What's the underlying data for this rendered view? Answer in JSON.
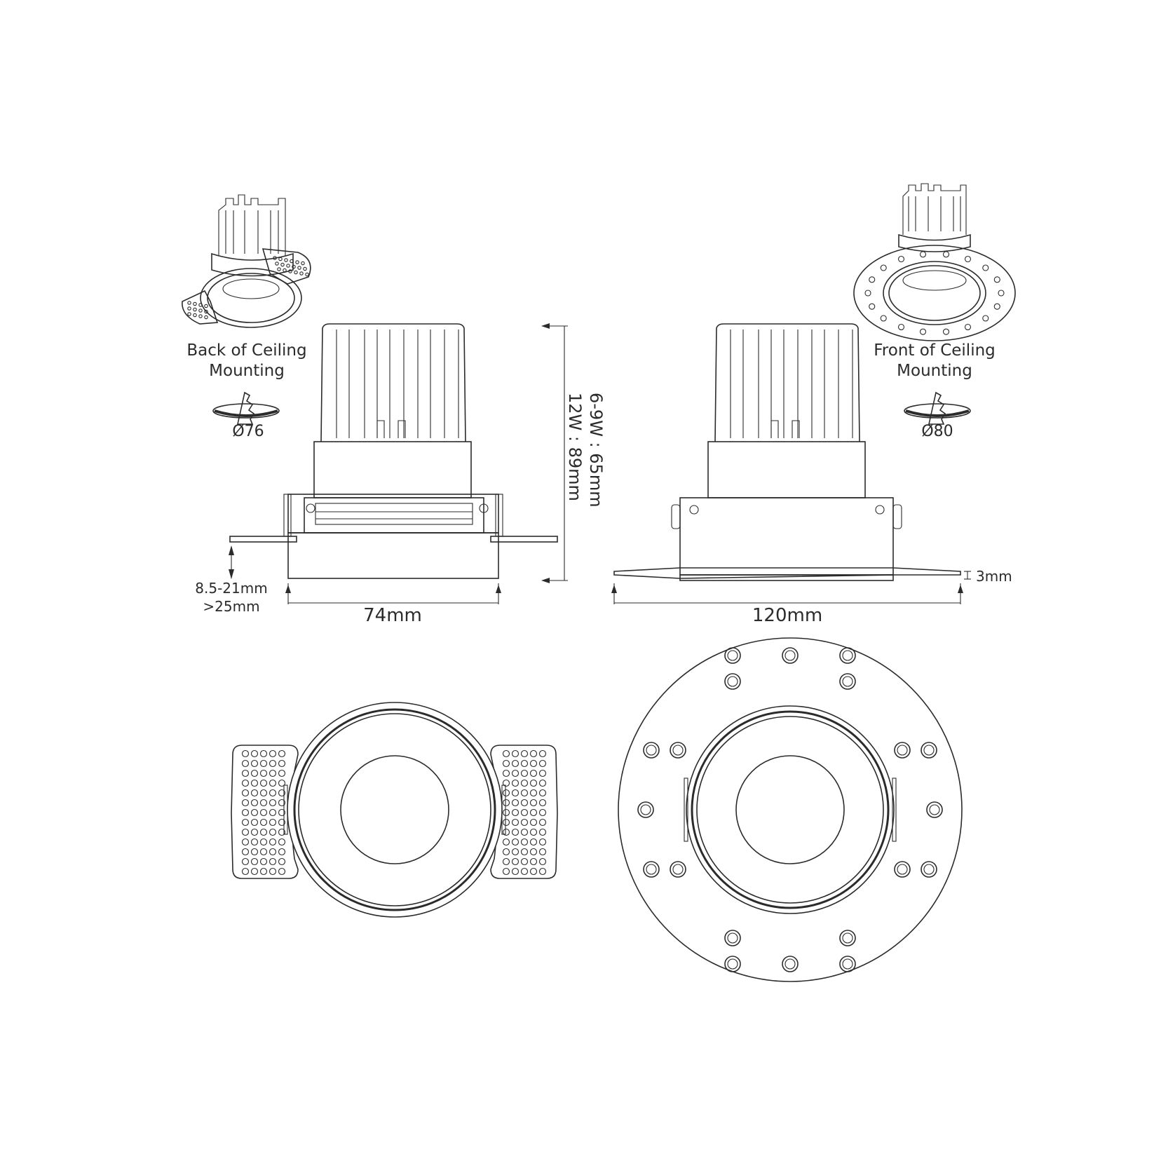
{
  "labels": {
    "back_mount_line1": "Back of Ceiling",
    "back_mount_line2": "Mounting",
    "back_cutout": "Ø76",
    "front_mount_line1": "Front of Ceiling",
    "front_mount_line2": "Mounting",
    "front_cutout": "Ø80",
    "height_line1": "6-9W : 65mm",
    "height_line2": "12W : 89mm",
    "ceiling_thickness_line1": "8.5-21mm",
    "ceiling_thickness_line2": ">25mm",
    "width_left": "74mm",
    "width_right": "120mm",
    "flange_thickness": "3mm"
  },
  "colors": {
    "line": "#2b2b2b",
    "background": "#ffffff"
  }
}
